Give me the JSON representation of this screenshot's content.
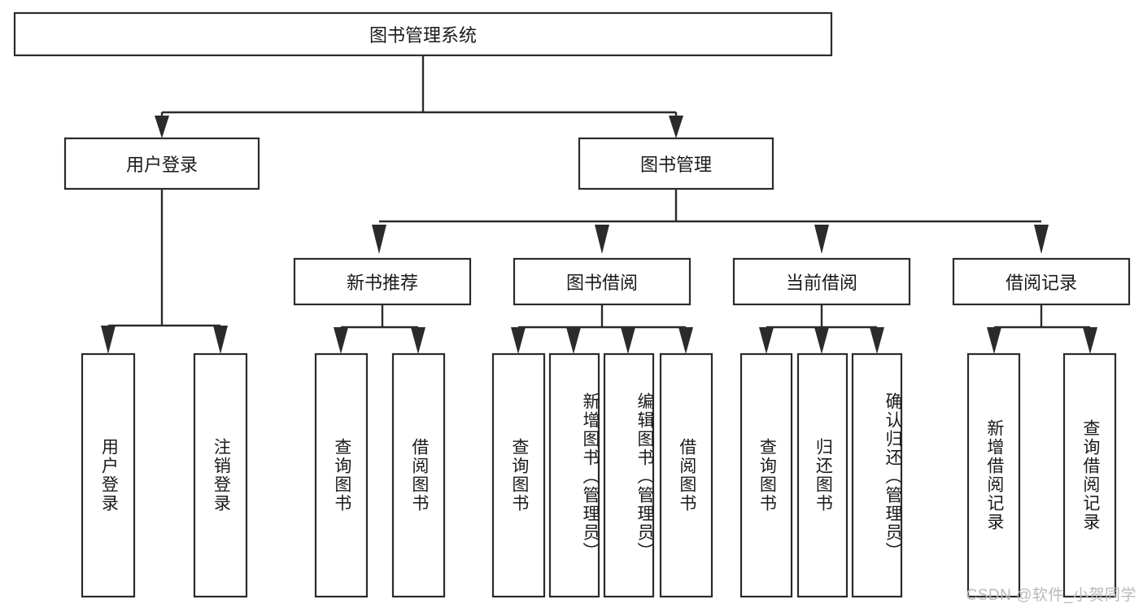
{
  "diagram": {
    "type": "tree-hierarchy-chart",
    "title": "图书管理系统",
    "orientation": "top-down",
    "colors": {
      "box_fill": "#ffffff",
      "box_stroke": "#2b2b2b",
      "connector": "#2b2b2b",
      "text": "#1a1a1a",
      "background": "#ffffff",
      "watermark": "#b9b9b9"
    },
    "root": {
      "label": "图书管理系统"
    },
    "level2": [
      {
        "id": "user-login",
        "label": "用户登录"
      },
      {
        "id": "book-management",
        "label": "图书管理"
      }
    ],
    "level3": [
      {
        "id": "new-book-recommend",
        "label": "新书推荐",
        "parent": "book-management"
      },
      {
        "id": "book-borrow",
        "label": "图书借阅",
        "parent": "book-management"
      },
      {
        "id": "current-borrow",
        "label": "当前借阅",
        "parent": "book-management"
      },
      {
        "id": "borrow-record",
        "label": "借阅记录",
        "parent": "book-management"
      }
    ],
    "leaves": {
      "user_login": [
        {
          "id": "leaf-user-login",
          "label": "用户登录"
        },
        {
          "id": "leaf-logout-login",
          "label": "注销登录"
        }
      ],
      "new_book_recommend": [
        {
          "id": "leaf-query-book-1",
          "label": "查询图书"
        },
        {
          "id": "leaf-borrow-book-1",
          "label": "借阅图书"
        }
      ],
      "book_borrow": [
        {
          "id": "leaf-query-book-2",
          "label": "查询图书"
        },
        {
          "id": "leaf-add-book",
          "label": "新增图书（管理员）"
        },
        {
          "id": "leaf-edit-book",
          "label": "编辑图书（管理员）"
        },
        {
          "id": "leaf-borrow-book-2",
          "label": "借阅图书"
        }
      ],
      "current_borrow": [
        {
          "id": "leaf-query-book-3",
          "label": "查询图书"
        },
        {
          "id": "leaf-return-book",
          "label": "归还图书"
        },
        {
          "id": "leaf-confirm-return",
          "label": "确认归还（管理员）"
        }
      ],
      "borrow_record": [
        {
          "id": "leaf-add-record",
          "label": "新增借阅记录"
        },
        {
          "id": "leaf-query-record",
          "label": "查询借阅记录"
        }
      ]
    }
  },
  "watermark": {
    "text": "CSDN @软件_小贺同学"
  }
}
